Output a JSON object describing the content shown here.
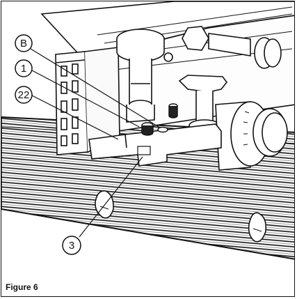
{
  "caption": "Figure 6",
  "callouts": {
    "b": "B",
    "one": "1",
    "twentytwo": "22",
    "three": "3"
  }
}
